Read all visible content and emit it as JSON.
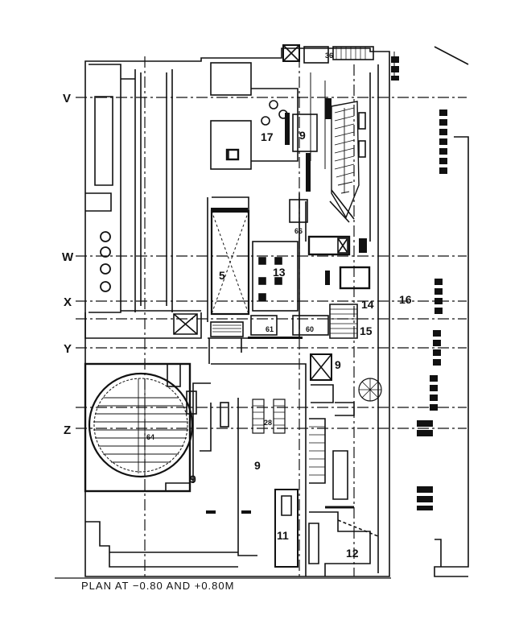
{
  "caption": "PLAN AT −0.80 AND +0.80M",
  "grid_lines": [
    "V",
    "W",
    "X",
    "Y",
    "Z"
  ],
  "room_labels": [
    "17",
    "9",
    "5",
    "13",
    "14",
    "16",
    "15",
    "9",
    "9",
    "9",
    "11",
    "12"
  ],
  "small_labels": [
    "66",
    "61",
    "60",
    "64",
    "28",
    "36"
  ]
}
